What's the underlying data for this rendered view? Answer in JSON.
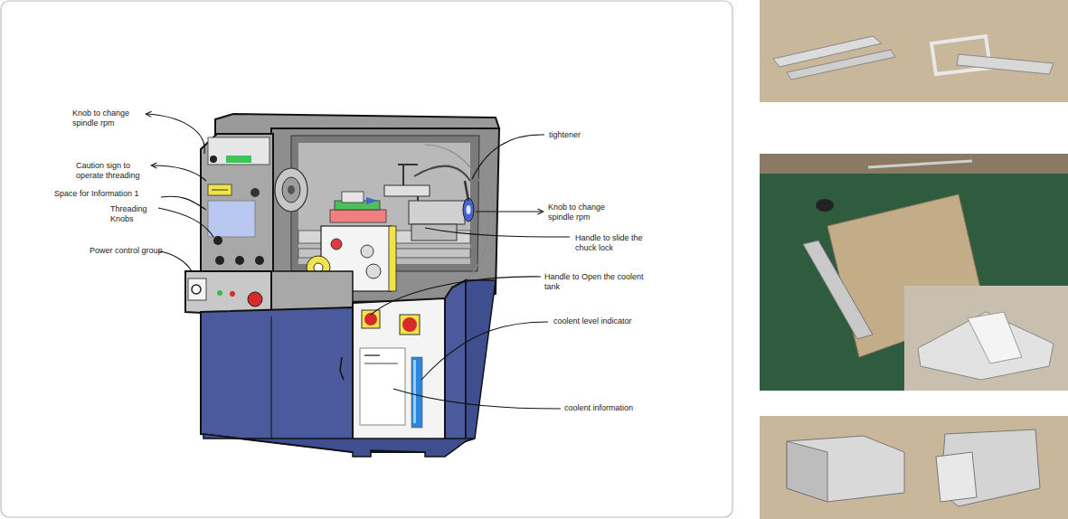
{
  "diagram": {
    "labels": [
      "Knob to change spindle rpm",
      "Caution sign to operate threading",
      "Space for Information 1",
      "Threading Knobs",
      "Power control group",
      "tightener",
      "Knob to change spindle rpm",
      "Handle to slide the chuck lock",
      "Handle to Open the coolent tank",
      "coolent level indicator",
      "coolent information"
    ]
  }
}
